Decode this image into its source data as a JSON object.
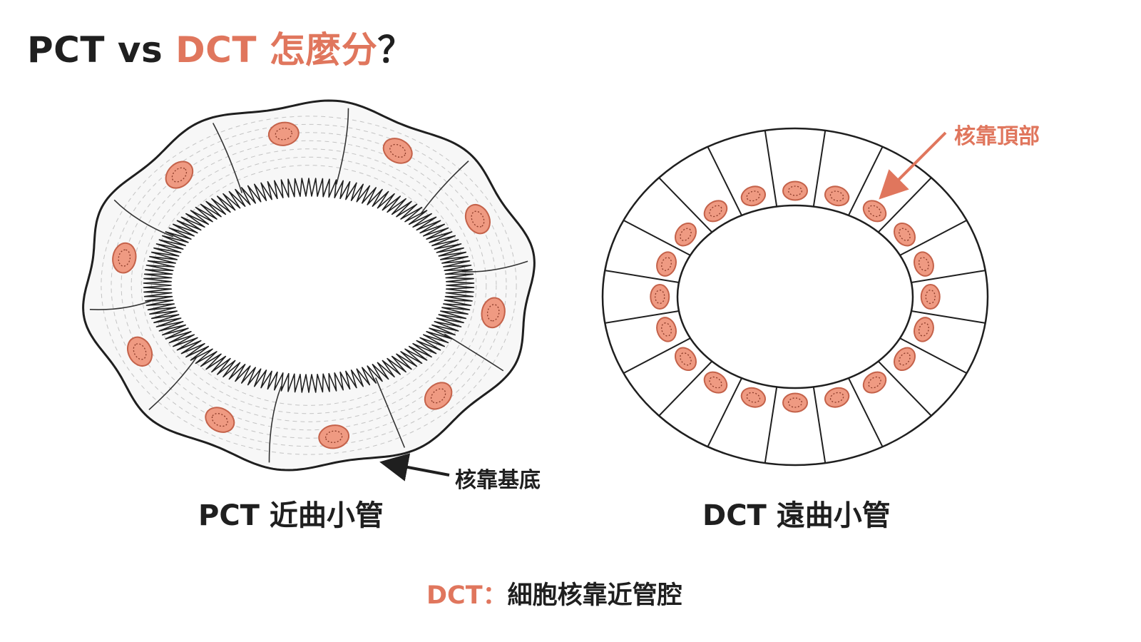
{
  "title": {
    "part1": "PCT vs ",
    "part2": "DCT 怎麼分",
    "part3": "？"
  },
  "pct": {
    "caption": "PCT 近曲小管",
    "annotation": "核靠基底"
  },
  "dct": {
    "caption": "DCT 遠曲小管",
    "annotation": "核靠頂部"
  },
  "bottom_note": {
    "label": "DCT：",
    "text": "細胞核靠近管腔"
  },
  "colors": {
    "accent": "#e0765d",
    "nucleus_fill": "#ef9a82",
    "nucleus_stroke": "#c4624a",
    "line": "#1f1f1f"
  }
}
